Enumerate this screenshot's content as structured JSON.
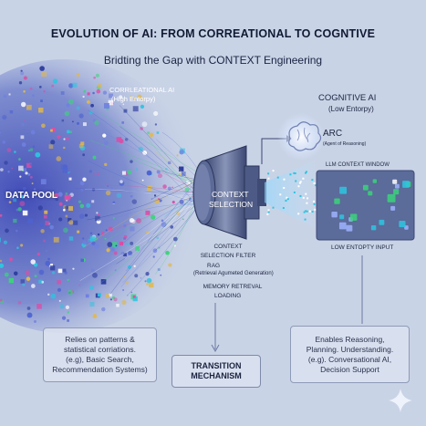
{
  "header": {
    "title": "EVOLUTION OF AI: FROM CORREATIONAL TO COGNTIVE",
    "subtitle": "Bridting the Gap with CONTEXT Engineering"
  },
  "left": {
    "correlational_title": "CORRLEATIONAL AI",
    "correlational_sub": "(High Entorpy)",
    "data_pool": "DATA POOL",
    "info_lines": [
      "Relies on patterns &",
      "statistical corriations.",
      "(e.g), Basic Search,",
      "Recommendation Systems)"
    ]
  },
  "center": {
    "funnel_label_1": "CONTEXT",
    "funnel_label_2": "SELECTION",
    "filter_1": "CONTEXT",
    "filter_2": "SELECTION FILTER",
    "rag": "RAG",
    "rag_sub": "(Retrieval Agumeted Generation)",
    "memory_1": "MEMORY RETREVAL",
    "memory_2": "LOADING",
    "transition_1": "TRANSITION",
    "transition_2": "MECHANISM"
  },
  "right": {
    "cognitive_title": "COGNITIVE AI",
    "cognitive_sub": "(Low Entorpy)",
    "arc": "ARC",
    "arc_sub": "(Agent of Reasoning)",
    "window_title": "LLM CONTEXT WINDOW",
    "window_footer": "LOW ENTOPTY INPUT",
    "info_lines": [
      "Enables Reasoning,",
      "Planning. Understanding.",
      "(e.g). Conversational AI,",
      "Decision Support"
    ]
  },
  "colors": {
    "background": "#c9d3e6",
    "swarm_blue": "#2f3f9e",
    "accent_cyan": "#2fc4e0",
    "accent_green": "#3bd37a",
    "accent_pink": "#d94fa6",
    "accent_gold": "#e0b84a",
    "window_bg": "#5b6b9a",
    "funnel": "#4a5885"
  },
  "icons": [
    "brain-icon",
    "sparkle-icon",
    "arrow-icon"
  ]
}
